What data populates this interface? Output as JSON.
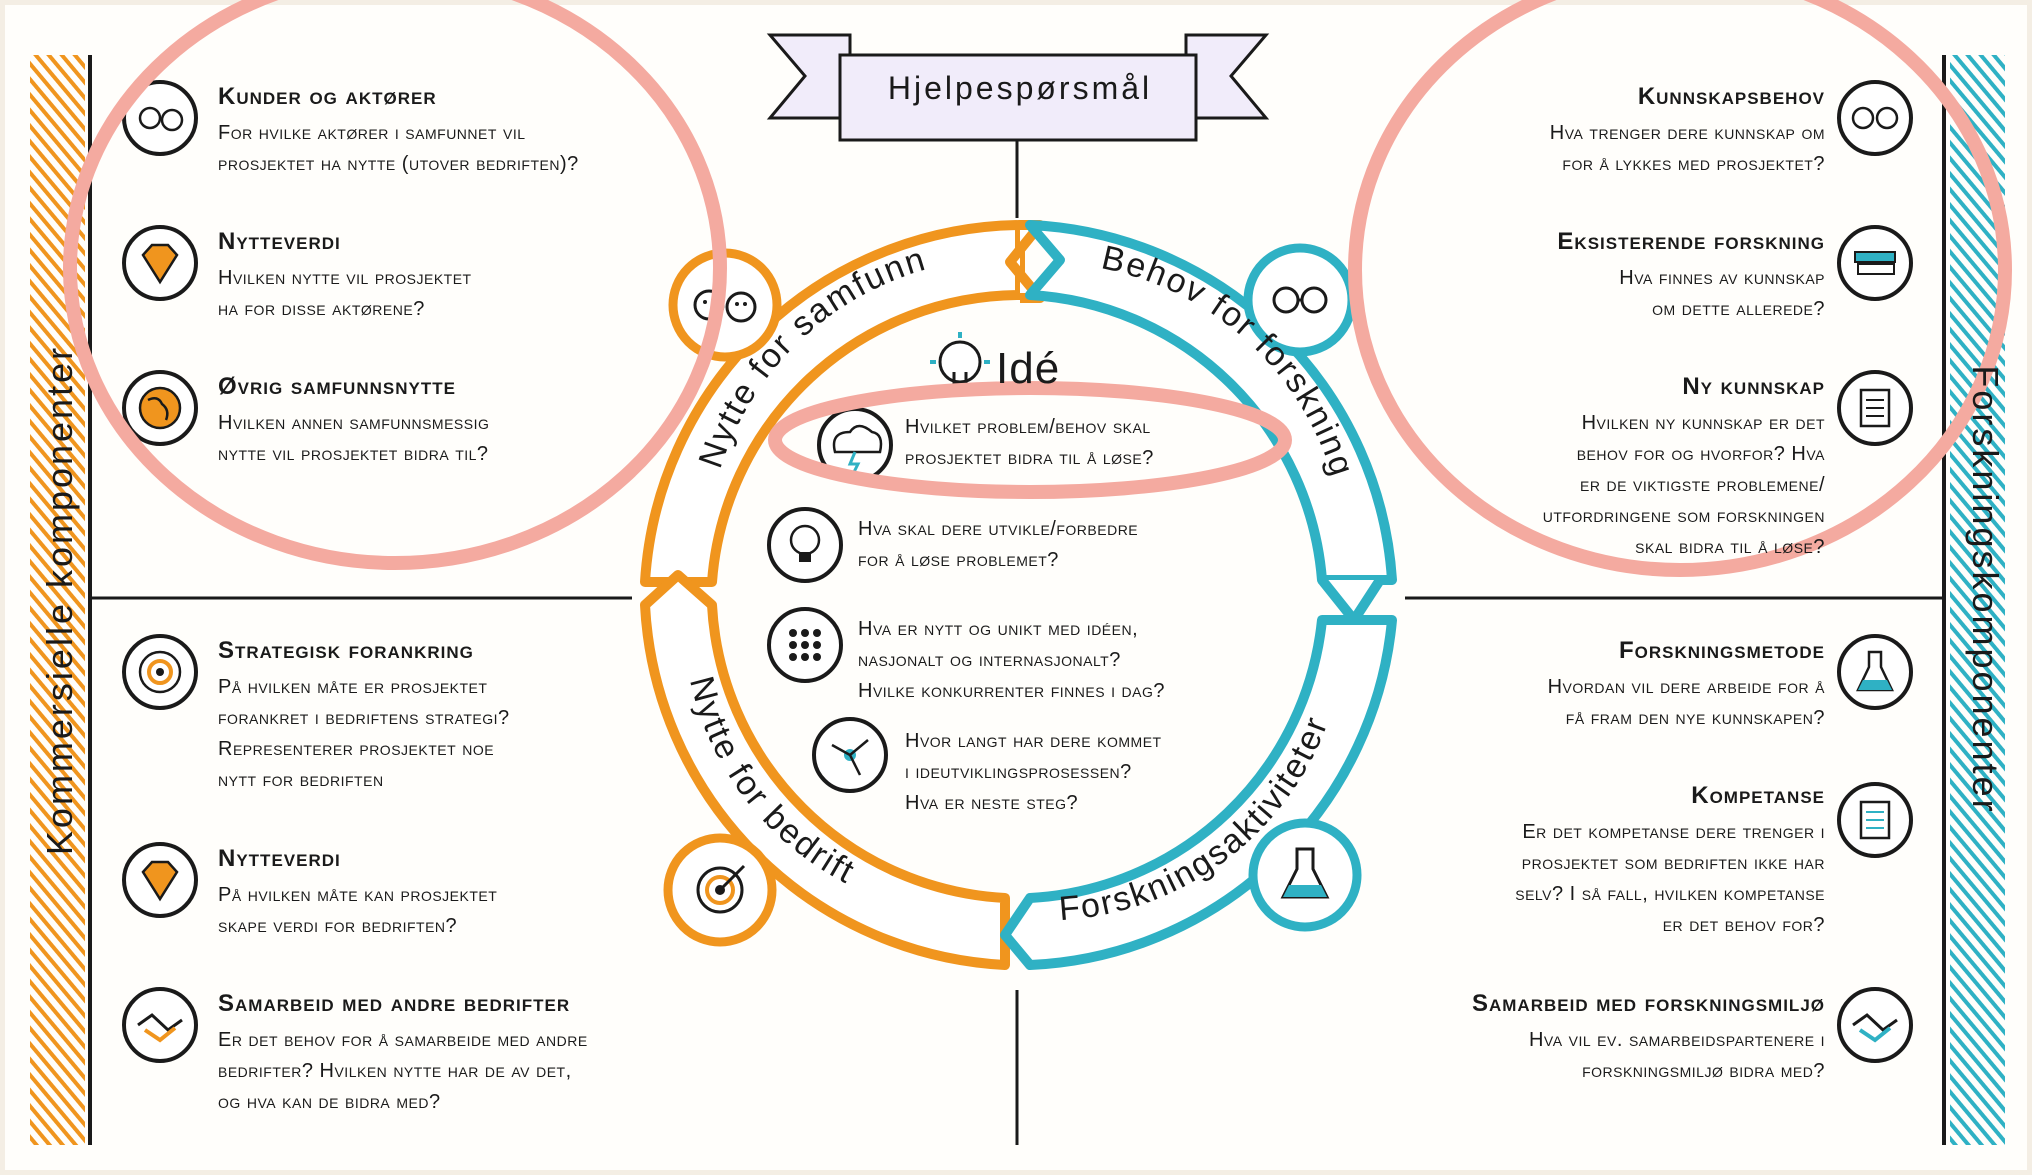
{
  "title": "Hjelpespørsmål",
  "center_title": "Idé",
  "left_side_label": "Kommersielle komponenter",
  "right_side_label": "Forskningskomponenter",
  "ring_labels": {
    "top_left": "Nytte for samfunn",
    "top_right": "Behov for forskning",
    "bottom_left": "Nytte for bedrift",
    "bottom_right": "Forskningsaktiviteter"
  },
  "left_top": [
    {
      "title": "Kunder og aktører",
      "body": [
        "For hvilke aktører i samfunnet vil",
        "prosjektet ha nytte (utover bedriften)?"
      ],
      "icon": "faces-icon"
    },
    {
      "title": "Nytteverdi",
      "body": [
        "Hvilken nytte vil prosjektet",
        "ha for disse aktørene?"
      ],
      "icon": "diamond-icon"
    },
    {
      "title": "Øvrig samfunnsnytte",
      "body": [
        "Hvilken annen samfunnsmessig",
        "nytte vil prosjektet bidra til?"
      ],
      "icon": "globe-icon"
    }
  ],
  "left_bottom": [
    {
      "title": "Strategisk forankring",
      "body": [
        "På hvilken måte er prosjektet",
        "forankret i bedriftens strategi?",
        "Representerer prosjektet noe",
        "nytt for bedriften"
      ],
      "icon": "target-icon"
    },
    {
      "title": "Nytteverdi",
      "body": [
        "På hvilken måte kan prosjektet",
        "skape verdi for bedriften?"
      ],
      "icon": "diamond-icon"
    },
    {
      "title": "Samarbeid med andre bedrifter",
      "body": [
        "Er det behov for å samarbeide med andre",
        "bedrifter? Hvilken nytte har de av det,",
        "og hva kan de bidra med?"
      ],
      "icon": "handshake-icon"
    }
  ],
  "right_top": [
    {
      "title": "Kunnskapsbehov",
      "body": [
        "Hva trenger dere kunnskap om",
        "for å lykkes med prosjektet?"
      ],
      "icon": "glasses-icon"
    },
    {
      "title": "Eksisterende forskning",
      "body": [
        "Hva finnes av kunnskap",
        "om dette allerede?"
      ],
      "icon": "books-icon"
    },
    {
      "title": "Ny kunnskap",
      "body": [
        "Hvilken ny kunnskap er det",
        "behov for og hvorfor? Hva",
        "er de viktigste problemene/",
        "utfordringene som forskningen",
        "skal bidra til å løse?"
      ],
      "icon": "checklist-icon"
    }
  ],
  "right_bottom": [
    {
      "title": "Forskningsmetode",
      "body": [
        "Hvordan vil dere arbeide for å",
        "få fram den nye kunnskapen?"
      ],
      "icon": "flask-icon"
    },
    {
      "title": "Kompetanse",
      "body": [
        "Er det kompetanse dere trenger i",
        "prosjektet som bedriften ikke har",
        "selv? I så fall, hvilken kompetanse",
        "er det behov for?"
      ],
      "icon": "document-icon"
    },
    {
      "title": "Samarbeid med forskningsmiljø",
      "body": [
        "Hva vil ev. samarbeidspartenere i",
        "forskningsmiljø bidra med?"
      ],
      "icon": "handshake-icon"
    }
  ],
  "center_items": [
    {
      "body": [
        "Hvilket problem/behov skal",
        "prosjektet bidra til å løse?"
      ],
      "icon": "storm-cloud-icon"
    },
    {
      "body": [
        "Hva skal dere utvikle/forbedre",
        "for å løse problemet?"
      ],
      "icon": "lightbulb-icon"
    },
    {
      "body": [
        "Hva er nytt og unikt med idéen,",
        "nasjonalt og internasjonalt?",
        "Hvilke konkurrenter finnes i dag?"
      ],
      "icon": "dots-grid-icon"
    },
    {
      "body": [
        "Hvor langt har dere kommet",
        "i ideutviklingsprosessen?",
        "Hva er neste steg?"
      ],
      "icon": "network-icon"
    }
  ],
  "colors": {
    "orange": "#f0951e",
    "teal": "#2fb1c4",
    "highlight": "#f4aaa0",
    "ink": "#1a1a1a",
    "banner": "#f1ecfa"
  }
}
